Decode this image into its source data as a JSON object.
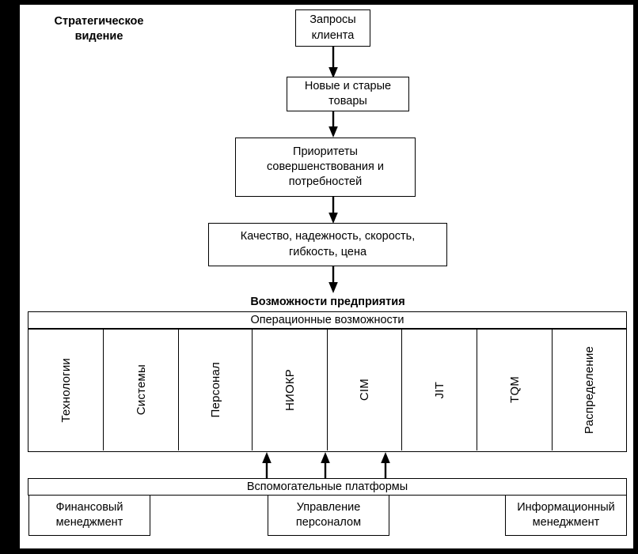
{
  "diagram": {
    "title_bold": "Стратегическое\nвидение",
    "enterprise_heading": "Возможности предприятия",
    "flow": [
      {
        "id": "customer-requests",
        "text": "Запросы\nклиента"
      },
      {
        "id": "new-old-products",
        "text": "Новые и старые\nтовары"
      },
      {
        "id": "improvement-priorities",
        "text": "Приоритеты\nсовершенствования и\nпотребностей"
      },
      {
        "id": "performance-objectives",
        "text": "Качество, надежность, скорость,\nгибкость, цена"
      }
    ],
    "operational": {
      "band_label": "Операционные возможности",
      "columns": [
        {
          "label": "Технологии"
        },
        {
          "label": "Системы"
        },
        {
          "label": "Персонал"
        },
        {
          "label": "НИОКР"
        },
        {
          "label": "CIM"
        },
        {
          "label": "JIT"
        },
        {
          "label": "TQM"
        },
        {
          "label": "Распределение"
        }
      ]
    },
    "support": {
      "band_label": "Вспомогательные платформы",
      "boxes": [
        {
          "text": "Финансовый\nменеджмент"
        },
        {
          "text": "Управление\nперсоналом"
        },
        {
          "text": "Информационный\nменеджмент"
        }
      ]
    },
    "colors": {
      "background": "#000000",
      "sheet": "#ffffff",
      "stroke": "#000000",
      "text": "#000000"
    }
  }
}
